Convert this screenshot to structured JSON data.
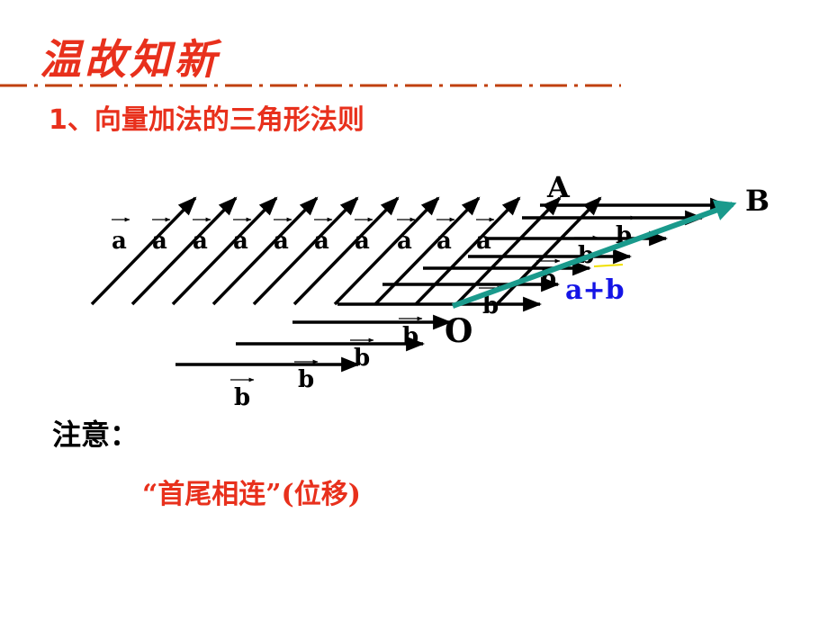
{
  "header": {
    "title": "温故知新",
    "subtitle": "1、向量加法的三角形法则"
  },
  "diagram": {
    "vector_a_label": "a",
    "vector_b_label": "b",
    "sum_label": "a+b",
    "point_a": "A",
    "point_b": "B",
    "point_o": "O",
    "colors": {
      "arrows": "#000000",
      "sum_vector": "#1a9a8c",
      "sum_label": "#1414e6",
      "title_red": "#e8301c",
      "small_accent": "#f0e000"
    }
  },
  "note": {
    "label": "注意：",
    "text": "“首尾相连”(位移)"
  }
}
